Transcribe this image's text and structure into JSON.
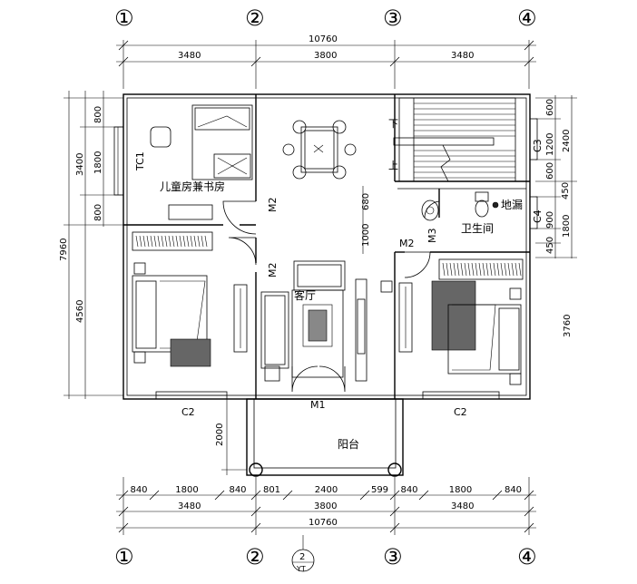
{
  "axes_top": [
    "①",
    "②",
    "③",
    "④"
  ],
  "axes_bottom": [
    "①",
    "②",
    "③",
    "④"
  ],
  "axis_extra": {
    "num": "2",
    "sub": "YT"
  },
  "dims_top": {
    "total": "10760",
    "seg1": "3480",
    "seg2": "3800",
    "seg3": "3480"
  },
  "dims_bottom_row1": [
    "840",
    "1800",
    "840",
    "801",
    "2400",
    "599",
    "840",
    "1800",
    "840"
  ],
  "dims_bottom_row2": [
    "3480",
    "3800",
    "3480"
  ],
  "dims_bottom_total": "10760",
  "dims_left": {
    "d800a": "800",
    "d1800": "1800",
    "d800b": "800",
    "d3400": "3400",
    "d4560": "4560",
    "d7960": "7960"
  },
  "dims_right": {
    "d600a": "600",
    "d1200": "1200",
    "d600b": "600",
    "d2400": "2400",
    "d450a": "450",
    "d900": "900",
    "d450b": "450",
    "d1800": "1800",
    "d3760": "3760"
  },
  "dims_inner": {
    "d680": "680",
    "d1000": "1000",
    "d2000": "2000"
  },
  "rooms": {
    "kids": "儿童房兼书房",
    "living": "客厅",
    "bath": "卫生间",
    "drain": "地漏",
    "balcony": "阳台",
    "stair_down": "下",
    "stair_up": "上"
  },
  "labels": {
    "tc1": "TC1",
    "m2a": "M2",
    "m2b": "M2",
    "m2c": "M2",
    "m3": "M3",
    "m1": "M1",
    "c2a": "C2",
    "c2b": "C2",
    "c3": "C3",
    "c4": "C4"
  }
}
